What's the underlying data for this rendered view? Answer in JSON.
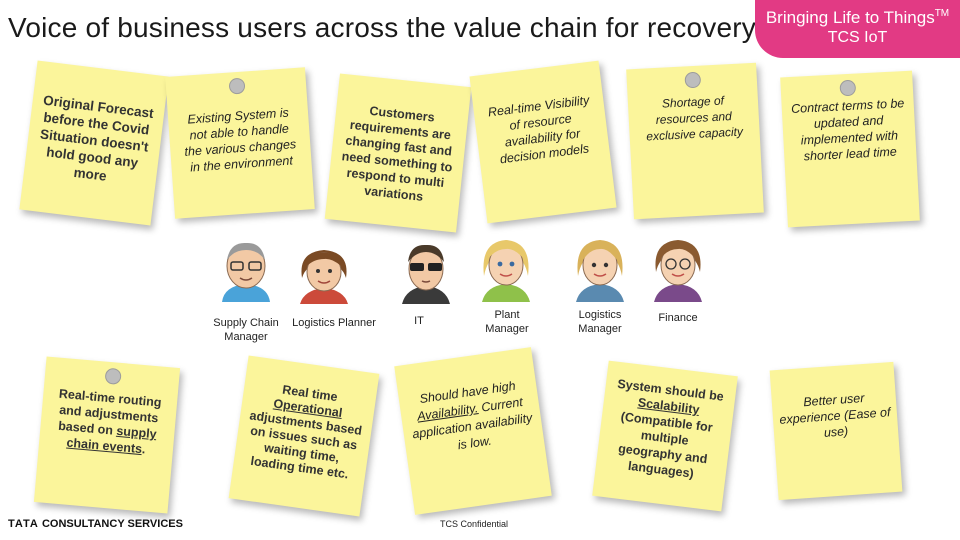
{
  "title": "Voice of business users across the value chain for recovery",
  "brand": {
    "line1": "Bringing Life to Things",
    "tm": "TM",
    "line2": "TCS IoT"
  },
  "notes_top": [
    {
      "text": "Original Forecast before the Covid Situation doesn't hold good any more"
    },
    {
      "text": "Existing System is not able to handle the various changes in the environment"
    },
    {
      "text": "Customers requirements are changing fast and need something to respond to multi variations"
    },
    {
      "text": "Real-time Visibility of resource availability for decision models"
    },
    {
      "text": "Shortage of resources and exclusive capacity"
    },
    {
      "text": "Contract terms to be updated and implemented with shorter lead time"
    }
  ],
  "people": [
    {
      "label": "Supply Chain Manager"
    },
    {
      "label": "Logistics Planner"
    },
    {
      "label": "IT"
    },
    {
      "label": "Plant Manager"
    },
    {
      "label": "Logistics Manager"
    },
    {
      "label": "Finance"
    }
  ],
  "notes_bottom": [
    {
      "pre": "Real-time routing and adjustments based on ",
      "u": "supply chain events",
      "post": "."
    },
    {
      "pre": "Real time ",
      "u": "Operational",
      "post": " adjustments based on issues such as waiting time, loading time etc."
    },
    {
      "pre": "Should have high ",
      "u": "Availability.",
      "post": " Current application availability is low."
    },
    {
      "pre": "System should be ",
      "u": "Scalability",
      "post": " (Compatible for multiple geography and languages)"
    },
    {
      "pre": "Better user experience",
      "u": "",
      "post": " (Ease of use)"
    }
  ],
  "footer": {
    "brand_a": "TATA",
    "brand_b": "CONSULTANCY SERVICES",
    "confidential": "TCS Confidential"
  },
  "colors": {
    "note": "#fbf59b",
    "brand": "#e23a84"
  }
}
